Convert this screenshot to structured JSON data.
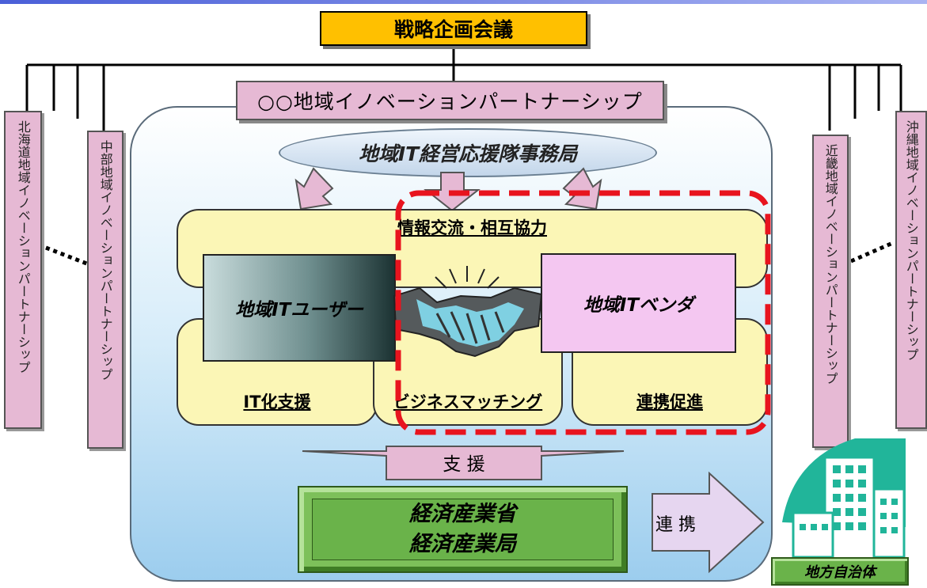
{
  "diagram": {
    "top_box": "戦略企画会議",
    "partnership": "○○地域イノベーションパートナーシップ",
    "regions": {
      "hokkaido": "北海道地域イノベーションパートナーシップ",
      "chubu": "中部地域イノベーションパートナーシップ",
      "kinki": "近畿地域イノベーションパートナーシップ",
      "okinawa": "沖縄地域イノベーションパートナーシップ"
    },
    "office": "地域IT経営応援隊事務局",
    "info_exchange": "情報交流・相互協力",
    "it_user": "地域ITユーザー",
    "it_vendor": "地域ITベンダ",
    "it_support": "IT化支援",
    "business_matching": "ビジネスマッチング",
    "cooperation": "連携促進",
    "support": "支 援",
    "meti_line1": "経済産業省",
    "meti_line2": "経済産業局",
    "link": "連 携",
    "municipality": "地方自治体"
  },
  "colors": {
    "top_box": "#ffc000",
    "partnership": "#e6b9d4",
    "cream": "#fbf6b6",
    "vendor": "#f4c7f1",
    "meti": "#7dc05a",
    "highlight_dash": "#e8141e",
    "building": "#21b59a"
  }
}
